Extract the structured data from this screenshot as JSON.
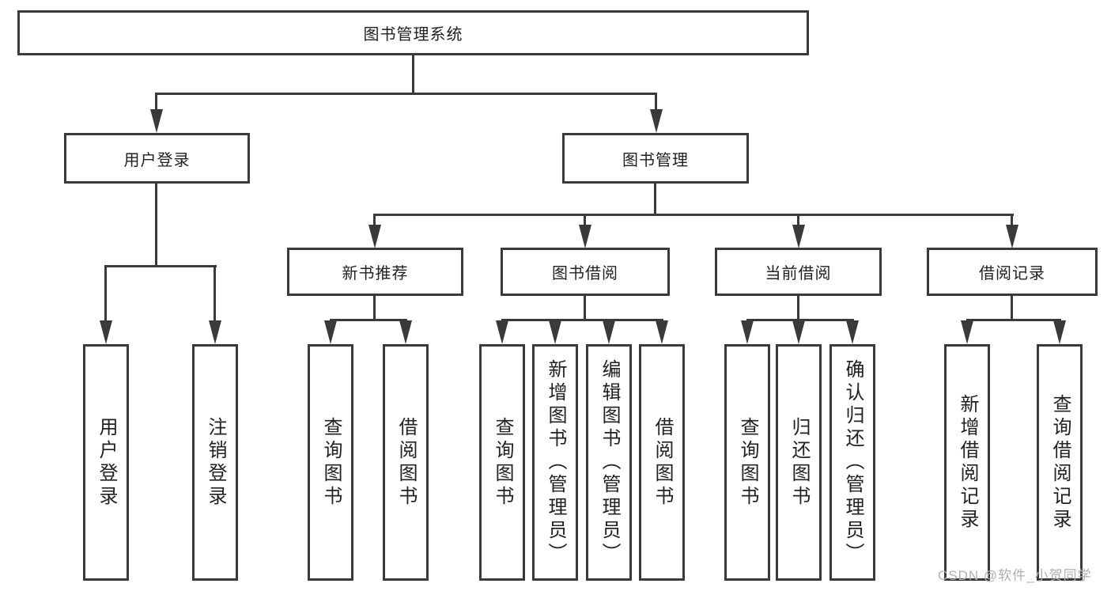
{
  "diagram": {
    "root_label": "图书管理系统",
    "user_branch": {
      "label": "用户登录",
      "children": [
        "用户登录",
        "注销登录"
      ]
    },
    "book_branch": {
      "label": "图书管理",
      "sections": [
        {
          "label": "新书推荐",
          "children": [
            "查询图书",
            "借阅图书"
          ]
        },
        {
          "label": "图书借阅",
          "children": [
            "查询图书",
            "新增图书（管理员）",
            "编辑图书（管理员）",
            "借阅图书"
          ]
        },
        {
          "label": "当前借阅",
          "children": [
            "查询图书",
            "归还图书",
            "确认归还（管理员）"
          ]
        },
        {
          "label": "借阅记录",
          "children": [
            "新增借阅记录",
            "查询借阅记录"
          ]
        }
      ]
    }
  },
  "watermark": {
    "text": "CSDN @软件_小贺同学",
    "color": "#b0b0b0"
  },
  "colors": {
    "line": "#3a3a3a",
    "text": "#212121",
    "background": "#ffffff"
  }
}
